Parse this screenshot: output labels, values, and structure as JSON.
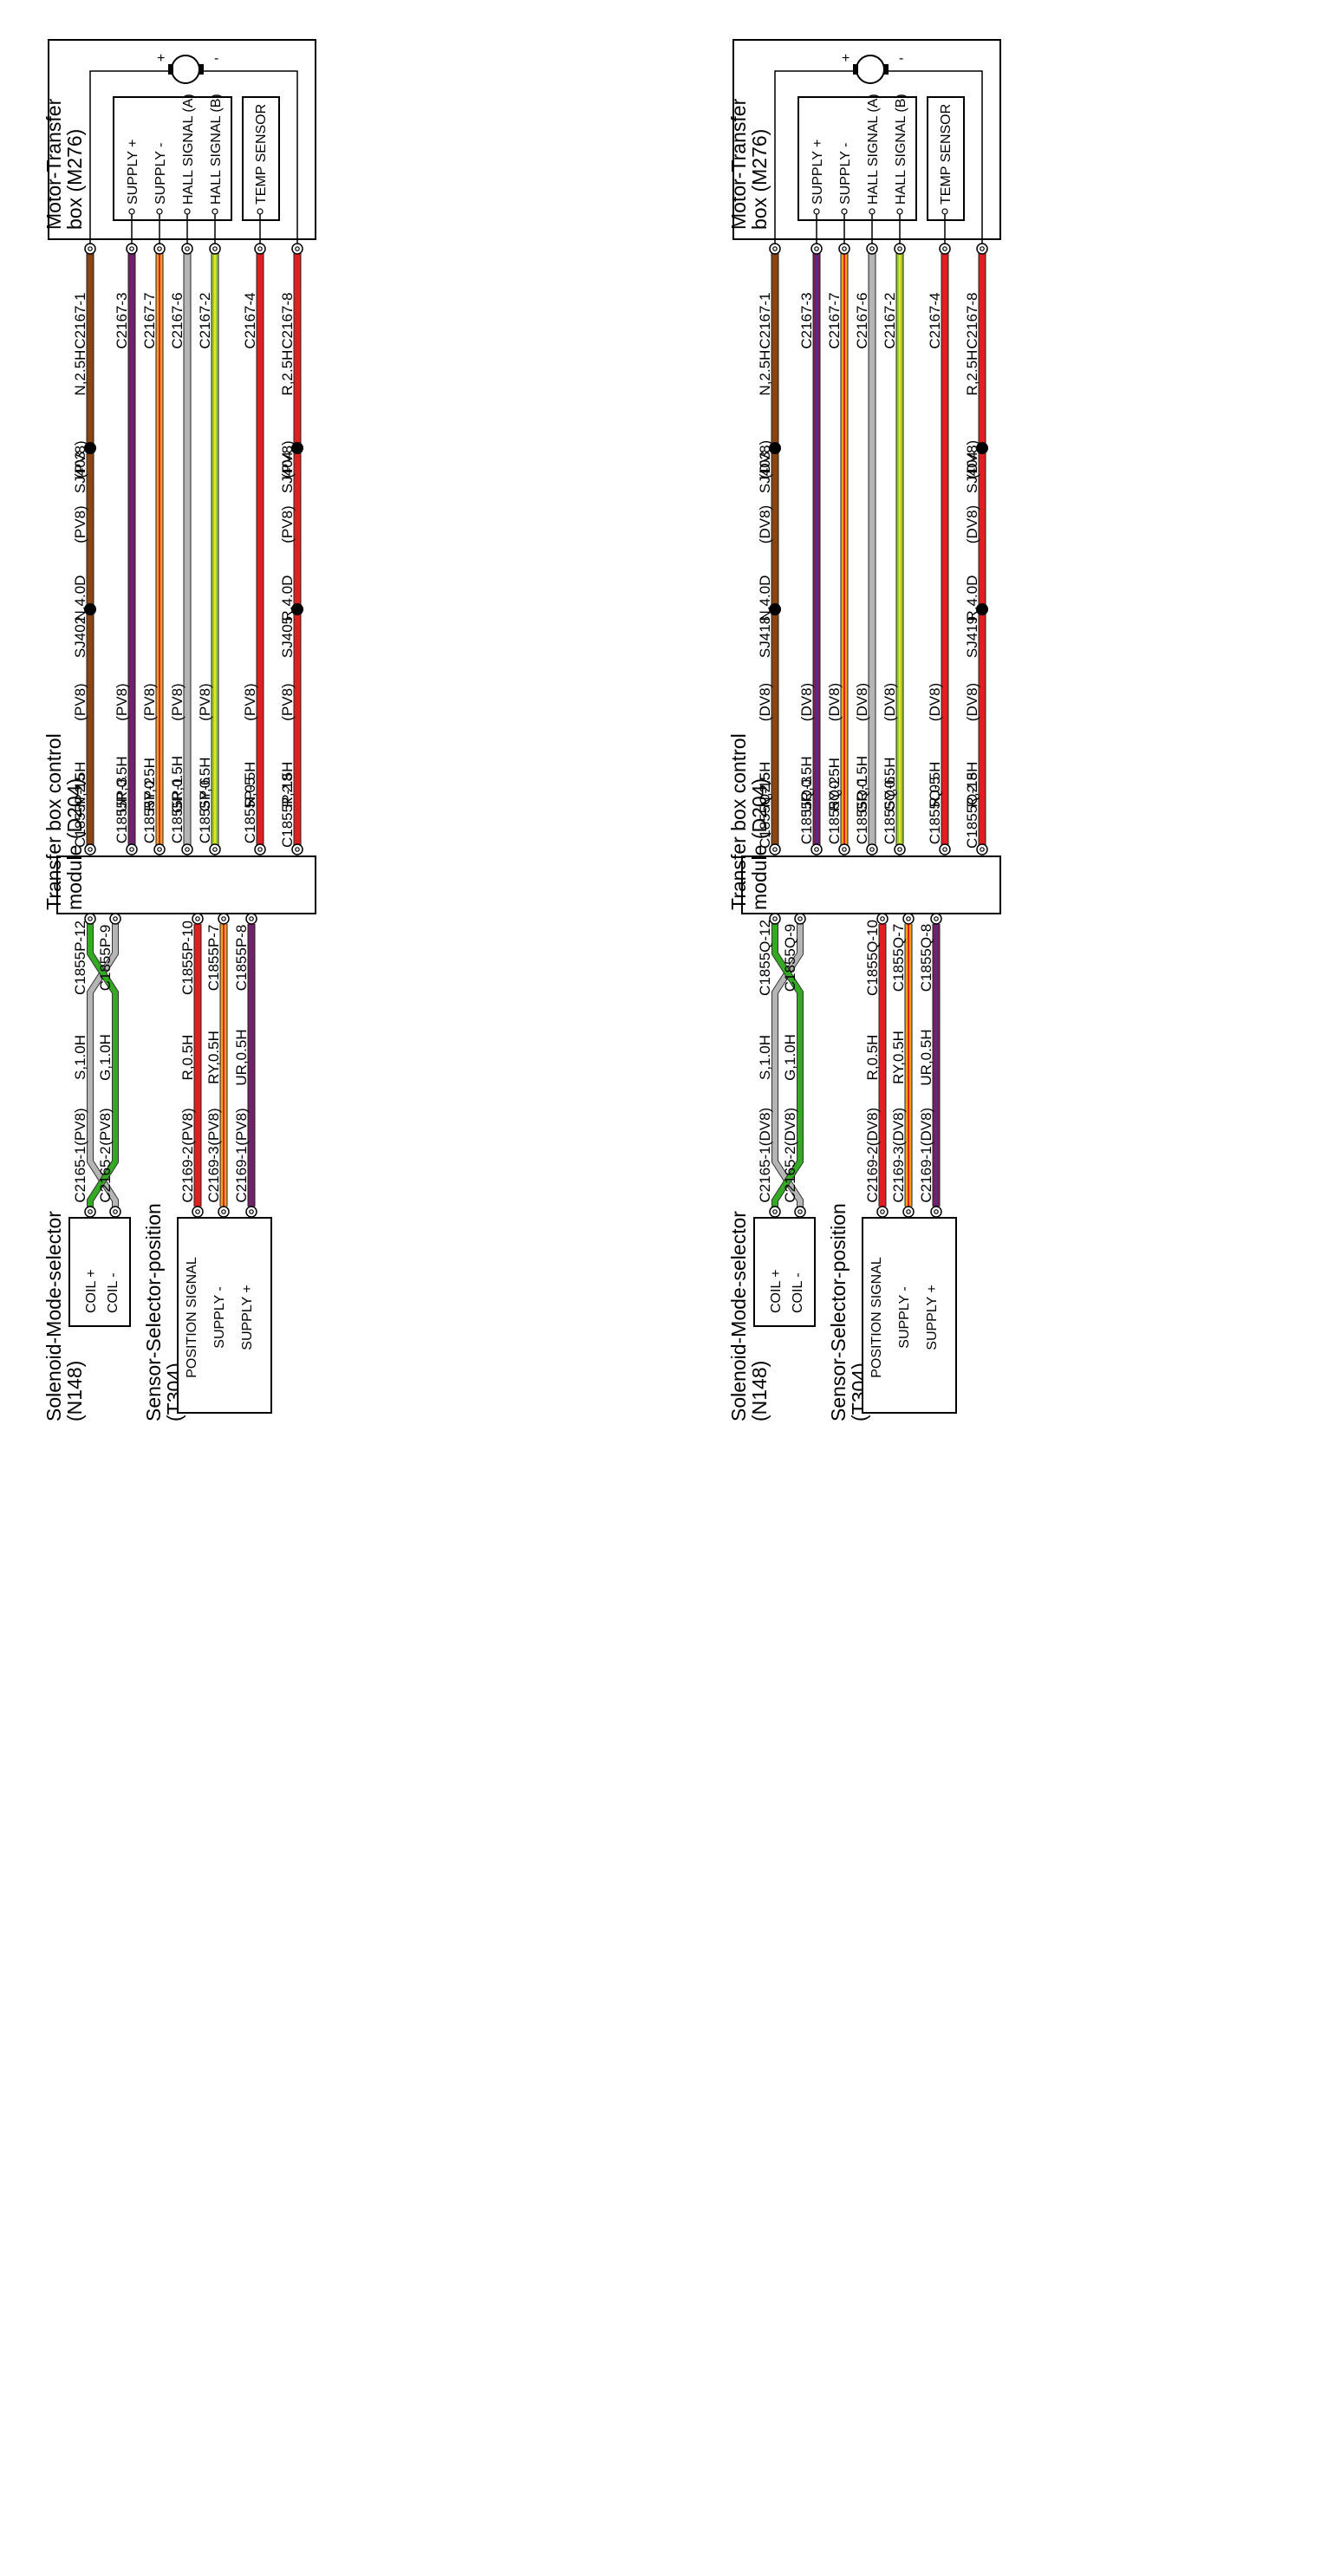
{
  "colors": {
    "N": "#8B4513",
    "UR": "#7A1F5C",
    "RY": "#F2A21E",
    "GR": "#B5B5B5",
    "GY": "#9ACD32",
    "R": "#E02020",
    "S": "#B5B5B5",
    "G": "#33AA22",
    "line": "#000000"
  },
  "diagrams": [
    {
      "motor": {
        "title": "Motor-Transfer box (M276)",
        "plus": "+",
        "minus": "-",
        "pins": [
          "SUPPLY +",
          "SUPPLY -",
          "HALL SIGNAL (A)",
          "HALL SIGNAL (B)"
        ],
        "temp": "TEMP SENSOR"
      },
      "tcm": {
        "title": "Transfer box control module (D204)"
      },
      "solenoid": {
        "title": "Solenoid-Mode-selector (N148)",
        "pins": [
          "COIL +",
          "COIL -"
        ]
      },
      "sensor": {
        "title": "Sensor-Selector-position (T304)",
        "pins": [
          "POSITION SIGNAL",
          "SUPPLY -",
          "SUPPLY +"
        ]
      },
      "upper_wires": [
        {
          "color": "N",
          "motor_conn": "C2167-1",
          "tcm_conn": "C1855P-15",
          "labels": [
            "N,2.5H",
            "(PV8)",
            "SJ403",
            "(PV8)",
            "N,4.0D",
            "SJ402",
            "(PV8)",
            "N,2.5H"
          ]
        },
        {
          "color": "UR",
          "motor_conn": "C2167-3",
          "tcm_conn": "C1855P-3",
          "labels": [
            "",
            "",
            "",
            "",
            "",
            "",
            "(PV8)",
            "UR,0.5H"
          ]
        },
        {
          "color": "RY",
          "motor_conn": "C2167-7",
          "tcm_conn": "C1855P-2",
          "labels": [
            "",
            "",
            "",
            "",
            "",
            "",
            "(PV8)",
            "RY,0.5H"
          ]
        },
        {
          "color": "GR",
          "motor_conn": "C2167-6",
          "tcm_conn": "C1855P-1",
          "labels": [
            "",
            "",
            "",
            "",
            "",
            "",
            "(PV8)",
            "GR,0.5H"
          ]
        },
        {
          "color": "GY",
          "motor_conn": "C2167-2",
          "tcm_conn": "C1855P-6",
          "labels": [
            "",
            "",
            "",
            "",
            "",
            "",
            "(PV8)",
            "GY,0.5H"
          ]
        },
        {
          "color": "R",
          "motor_conn": "C2167-4",
          "tcm_conn": "C1855P-5",
          "labels": [
            "",
            "",
            "",
            "",
            "",
            "",
            "(PV8)",
            "R,0.5H"
          ]
        },
        {
          "color": "R",
          "motor_conn": "C2167-8",
          "tcm_conn": "C1855P-18",
          "labels": [
            "R,2.5H",
            "(PV8)",
            "SJ404",
            "(PV8)",
            "R,4.0D",
            "SJ405",
            "(PV8)",
            "R,2.5H"
          ]
        }
      ],
      "solenoid_wires": [
        {
          "color": "G",
          "tcm_conn": "C1855P-12",
          "dev_conn": "C2165-1",
          "labels": [
            "S,1.0H",
            "(PV8)"
          ]
        },
        {
          "color": "S",
          "tcm_conn": "C1855P-9",
          "dev_conn": "C2165-2",
          "labels": [
            "G,1.0H",
            "(PV8)"
          ]
        }
      ],
      "sensor_wires": [
        {
          "color": "R",
          "tcm_conn": "C1855P-10",
          "dev_conn": "C2169-2",
          "labels": [
            "R,0.5H",
            "(PV8)"
          ]
        },
        {
          "color": "RY",
          "tcm_conn": "C1855P-7",
          "dev_conn": "C2169-3",
          "labels": [
            "RY,0.5H",
            "(PV8)"
          ]
        },
        {
          "color": "UR",
          "tcm_conn": "C1855P-8",
          "dev_conn": "C2169-1",
          "labels": [
            "UR,0.5H",
            "(PV8)"
          ]
        }
      ]
    },
    {
      "motor": {
        "title": "Motor-Transfer box (M276)",
        "plus": "+",
        "minus": "-",
        "pins": [
          "SUPPLY +",
          "SUPPLY -",
          "HALL SIGNAL (A)",
          "HALL SIGNAL (B)"
        ],
        "temp": "TEMP SENSOR"
      },
      "tcm": {
        "title": "Transfer box control module (D204)"
      },
      "solenoid": {
        "title": "Solenoid-Mode-selector (N148)",
        "pins": [
          "COIL +",
          "COIL -"
        ]
      },
      "sensor": {
        "title": "Sensor-Selector-position (T304)",
        "pins": [
          "POSITION SIGNAL",
          "SUPPLY -",
          "SUPPLY +"
        ]
      },
      "upper_wires": [
        {
          "color": "N",
          "motor_conn": "C2167-1",
          "tcm_conn": "C1855Q-15",
          "labels": [
            "N,2.5H",
            "(DV8)",
            "SJ403",
            "(DV8)",
            "N,4.0D",
            "SJ418",
            "(DV8)",
            "N,2.5H"
          ]
        },
        {
          "color": "UR",
          "motor_conn": "C2167-3",
          "tcm_conn": "C1855Q-3",
          "labels": [
            "",
            "",
            "",
            "",
            "",
            "",
            "(DV8)",
            "UR,0.5H"
          ]
        },
        {
          "color": "RY",
          "motor_conn": "C2167-7",
          "tcm_conn": "C1855Q-2",
          "labels": [
            "",
            "",
            "",
            "",
            "",
            "",
            "(DV8)",
            "RY,0.5H"
          ]
        },
        {
          "color": "GR",
          "motor_conn": "C2167-6",
          "tcm_conn": "C1855Q-1",
          "labels": [
            "",
            "",
            "",
            "",
            "",
            "",
            "(DV8)",
            "GR,0.5H"
          ]
        },
        {
          "color": "GY",
          "motor_conn": "C2167-2",
          "tcm_conn": "C1855Q-6",
          "labels": [
            "",
            "",
            "",
            "",
            "",
            "",
            "(DV8)",
            "GY,0.5H"
          ]
        },
        {
          "color": "R",
          "motor_conn": "C2167-4",
          "tcm_conn": "C1855Q-5",
          "labels": [
            "",
            "",
            "",
            "",
            "",
            "",
            "(DV8)",
            "R,0.5H"
          ]
        },
        {
          "color": "R",
          "motor_conn": "C2167-8",
          "tcm_conn": "C1855Q-18",
          "labels": [
            "R,2.5H",
            "(DV8)",
            "SJ404",
            "(DV8)",
            "R,4.0D",
            "SJ419",
            "(DV8)",
            "R,2.5H"
          ]
        }
      ],
      "solenoid_wires": [
        {
          "color": "G",
          "tcm_conn": "C1855Q-12",
          "dev_conn": "C2165-1",
          "labels": [
            "S,1.0H",
            "(DV8)"
          ]
        },
        {
          "color": "S",
          "tcm_conn": "C1855Q-9",
          "dev_conn": "C2165-2",
          "labels": [
            "G,1.0H",
            "(DV8)"
          ]
        }
      ],
      "sensor_wires": [
        {
          "color": "R",
          "tcm_conn": "C1855Q-10",
          "dev_conn": "C2169-2",
          "labels": [
            "R,0.5H",
            "(DV8)"
          ]
        },
        {
          "color": "RY",
          "tcm_conn": "C1855Q-7",
          "dev_conn": "C2169-3",
          "labels": [
            "RY,0.5H",
            "(DV8)"
          ]
        },
        {
          "color": "UR",
          "tcm_conn": "C1855Q-8",
          "dev_conn": "C2169-1",
          "labels": [
            "UR,0.5H",
            "(DV8)"
          ]
        }
      ]
    }
  ]
}
